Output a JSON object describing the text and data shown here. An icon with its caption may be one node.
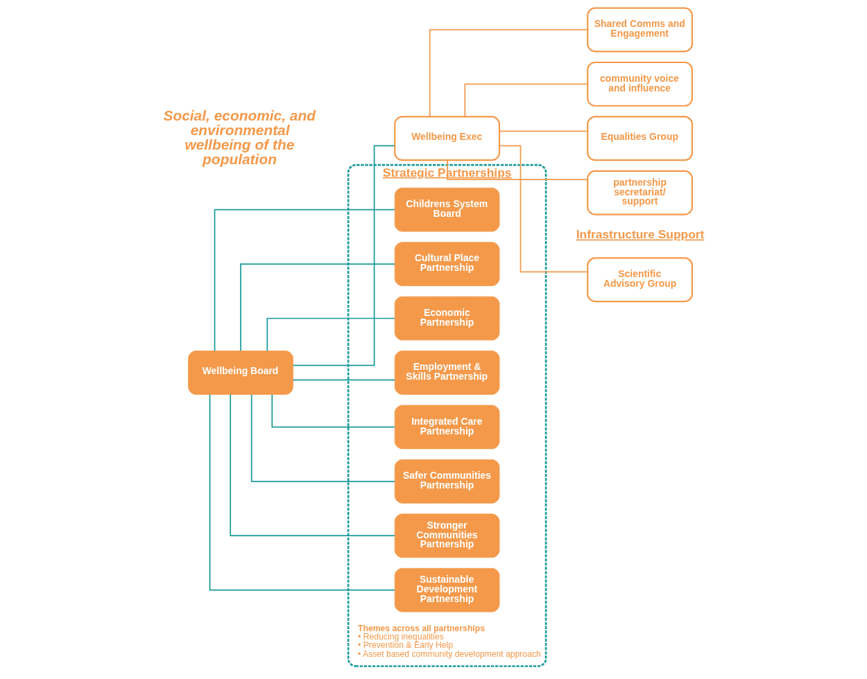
{
  "diagram": {
    "nodes": [
      {
        "text": [
          "Wellbeing Board"
        ]
      },
      {
        "text": [
          "Wellbeing Exec"
        ]
      },
      {
        "text": [
          "Scientific Advisory Group"
        ]
      },
      {
        "text": [
          "Shared Comms and Engagement"
        ]
      },
      {
        "text": [
          "community voice and influence"
        ]
      },
      {
        "text": [
          "Equalities Group"
        ]
      },
      {
        "text": [
          "partnership secretariat/ support"
        ]
      },
      {
        "text": [
          "Strategic Partnerships"
        ]
      },
      {
        "text": [
          "Childrens System Board"
        ],
        "in": 7
      },
      {
        "text": [
          "Cultural Place Partnership"
        ],
        "in": 7
      },
      {
        "text": [
          "Economic Partnership"
        ],
        "in": 7
      },
      {
        "text": [
          "Employment & Skills Partnership"
        ],
        "in": 7
      },
      {
        "text": [
          "Integrated Care Partnership"
        ],
        "in": 7
      },
      {
        "text": [
          "Safer Communities Partnership"
        ],
        "in": 7
      },
      {
        "text": [
          "Stronger Communities Partnership"
        ],
        "in": 7
      },
      {
        "text": [
          "Sustainable Development Partnership"
        ],
        "in": 7
      }
    ],
    "edges": [
      {
        "from": 0,
        "to": 1,
        "arrow": "none"
      },
      {
        "from": 1,
        "to": 2,
        "arrow": "none",
        "color": "#f4994a"
      },
      {
        "from": 1,
        "to": 3,
        "arrow": "none",
        "color": "#f4994a"
      },
      {
        "from": 1,
        "to": 4,
        "arrow": "none",
        "color": "#f4994a"
      },
      {
        "from": 1,
        "to": 5,
        "arrow": "none",
        "color": "#f4994a"
      },
      {
        "from": 1,
        "to": 6,
        "arrow": "none",
        "color": "#f4994a"
      },
      {
        "from": 0,
        "to": 8,
        "arrow": "none"
      },
      {
        "from": 0,
        "to": 9,
        "arrow": "none"
      },
      {
        "from": 0,
        "to": 10,
        "arrow": "none"
      },
      {
        "from": 0,
        "to": 11,
        "arrow": "none"
      },
      {
        "from": 0,
        "to": 12,
        "arrow": "none"
      },
      {
        "from": 0,
        "to": 13,
        "arrow": "none"
      },
      {
        "from": 0,
        "to": 14,
        "arrow": "none"
      },
      {
        "from": 0,
        "to": 15,
        "arrow": "none"
      }
    ],
    "labels": [
      "Infrastructure Support",
      "Social, economic, and environmental wellbeing of the population",
      "Themes across all partnerships",
      "• Reducing inequalities",
      "• Prevention & Early Help",
      "• Asset based community development approach"
    ]
  }
}
